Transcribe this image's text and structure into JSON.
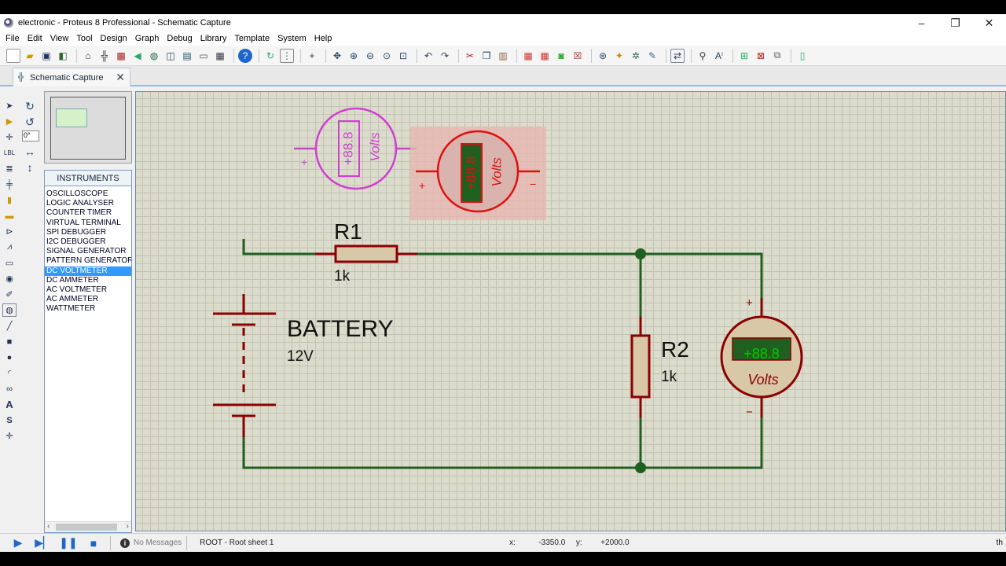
{
  "window": {
    "title": "electronic - Proteus 8 Professional - Schematic Capture",
    "controls": [
      "–",
      "❐",
      "✕"
    ]
  },
  "menu": [
    "File",
    "Edit",
    "View",
    "Tool",
    "Design",
    "Graph",
    "Debug",
    "Library",
    "Template",
    "System",
    "Help"
  ],
  "tab": {
    "label": "Schematic Capture",
    "close": "✕"
  },
  "rotation": {
    "angle": "0°"
  },
  "device_panel": {
    "header": "INSTRUMENTS",
    "items": [
      "OSCILLOSCOPE",
      "LOGIC ANALYSER",
      "COUNTER TIMER",
      "VIRTUAL TERMINAL",
      "SPI DEBUGGER",
      "I2C DEBUGGER",
      "SIGNAL GENERATOR",
      "PATTERN GENERATOR",
      "DC VOLTMETER",
      "DC AMMETER",
      "AC VOLTMETER",
      "AC AMMETER",
      "WATTMETER"
    ],
    "selected": "DC VOLTMETER"
  },
  "schematic": {
    "r1": {
      "ref": "R1",
      "value": "1k"
    },
    "r2": {
      "ref": "R2",
      "value": "1k"
    },
    "battery": {
      "ref": "BATTERY",
      "value": "12V"
    },
    "meter_display": "+88.8",
    "meter_unit": "Volts",
    "plus": "+",
    "minus": "−",
    "colors": {
      "wire": "#1f5f1f",
      "component": "#8b0000",
      "ghost": "#d040d0",
      "display": "#00cc00"
    }
  },
  "status": {
    "messages": "No Messages",
    "sheet": "ROOT - Root sheet 1",
    "x_label": "x:",
    "x_value": "-3350.0",
    "y_label": "y:",
    "y_value": "+2000.0",
    "end": "th"
  }
}
